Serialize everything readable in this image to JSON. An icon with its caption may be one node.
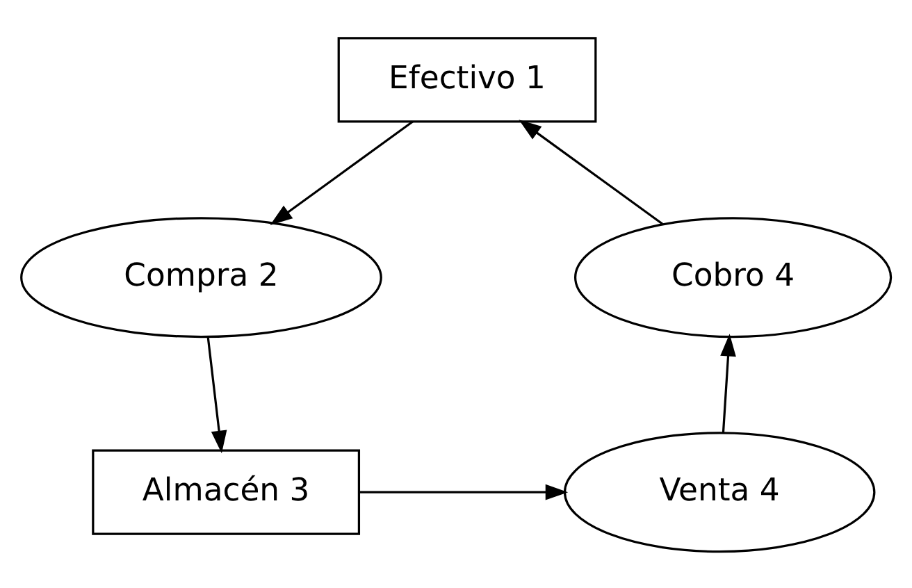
{
  "diagram": {
    "nodes": [
      {
        "text": [
          "Efectivo 1"
        ]
      },
      {
        "text": [
          "Compra 2"
        ]
      },
      {
        "text": [
          "Almacén 3"
        ]
      },
      {
        "text": [
          "Venta 4"
        ]
      },
      {
        "text": [
          "Cobro 4"
        ]
      }
    ],
    "edges": [
      {
        "from": 0,
        "to": 1,
        "arrow": "to"
      },
      {
        "from": 1,
        "to": 2,
        "arrow": "to"
      },
      {
        "from": 2,
        "to": 3,
        "arrow": "to"
      },
      {
        "from": 3,
        "to": 4,
        "arrow": "to"
      },
      {
        "from": 4,
        "to": 0,
        "arrow": "to"
      }
    ]
  }
}
